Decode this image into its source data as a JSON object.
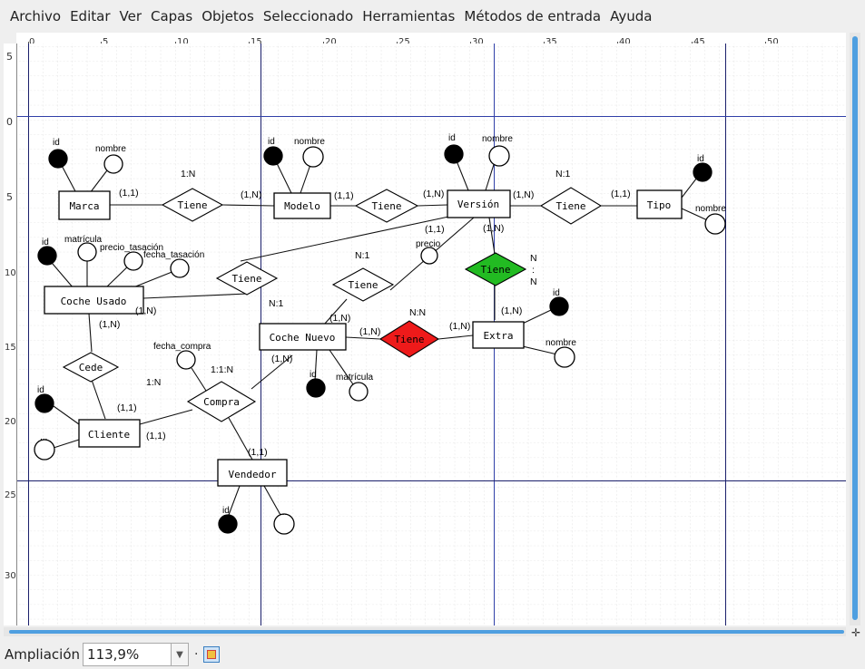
{
  "menu": [
    "Archivo",
    "Editar",
    "Ver",
    "Capas",
    "Objetos",
    "Seleccionado",
    "Herramientas",
    "Métodos de entrada",
    "Ayuda"
  ],
  "rulers": {
    "horizontal": [
      "0",
      "5",
      "10",
      "15",
      "20",
      "25",
      "30",
      "35",
      "40",
      "45",
      "50"
    ],
    "vertical": [
      "5",
      "0",
      "5",
      "10",
      "15",
      "20",
      "25",
      "30"
    ]
  },
  "zoom": {
    "label": "Ampliación",
    "value": "113,9%"
  },
  "colors": {
    "grid": "#c8c8c8",
    "guide_blue": "#3040a8",
    "guide_dark": "#1a1f6b",
    "relation_green": "#22bb22",
    "relation_red": "#ee1a1a",
    "scroll": "#4f9fe0"
  },
  "diagram": {
    "entities": {
      "marca": "Marca",
      "modelo": "Modelo",
      "version": "Versión",
      "tipo": "Tipo",
      "coche_usado": "Coche Usado",
      "coche_nuevo": "Coche Nuevo",
      "extra": "Extra",
      "cliente": "Cliente",
      "vendedor": "Vendedor"
    },
    "relations": {
      "tiene_marca_modelo": "Tiene",
      "tiene_modelo_version": "Tiene",
      "tiene_version_tipo": "Tiene",
      "tiene_usado_version": "Tiene",
      "tiene_nuevo_version": "Tiene",
      "tiene_version_extra": "Tiene",
      "tiene_nuevo_extra": "Tiene",
      "cede": "Cede",
      "compra": "Compra"
    },
    "attributes": {
      "marca_id": "id",
      "marca_nombre": "nombre",
      "modelo_id": "id",
      "modelo_nombre": "nombre",
      "version_id": "id",
      "version_nombre": "nombre",
      "tipo_id": "id",
      "tipo_nombre": "nombre",
      "usado_id": "id",
      "usado_matricula": "matrícula",
      "usado_precio": "precio_tasación",
      "usado_fecha": "fecha_tasación",
      "precio": "precio",
      "extra_id": "id",
      "extra_nombre": "nombre",
      "nuevo_id": "id",
      "nuevo_matricula": "matrícula",
      "fecha_compra": "fecha_compra",
      "cliente_id": "id",
      "cliente_more": "...",
      "vendedor_id": "id",
      "vendedor_more": "..."
    },
    "cardinalities": {
      "marca_tiene": "(1,1)",
      "tiene_modelo": "(1,N)",
      "ratio_marca_modelo": "1:N",
      "modelo_tiene": "(1,1)",
      "tiene_version": "(1,N)",
      "version_tiene_tipo": "(1,N)",
      "tiene_tipo": "(1,1)",
      "ratio_version_tipo": "N:1",
      "ratio_nuevo_version": "N:1",
      "version_nuevo": "(1,1)",
      "version_extra": "(1,N)",
      "ratio_version_extra_n1": "N",
      "ratio_version_extra_colon": ":",
      "ratio_version_extra_n2": "N",
      "usado_tiene": "(1,N)",
      "ratio_usado": "N:1",
      "nuevo_version": "(1,N)",
      "nuevo_extra": "(1,N)",
      "extra_nuevo": "(1,N)",
      "ratio_nuevo_extra": "N:N",
      "extra_version": "(1,N)",
      "usado_cede": "(1,N)",
      "cliente_cede": "(1,1)",
      "cliente_compra": "(1,1)",
      "ratio_compra": "1:N",
      "ratio_compra_triple": "1:1:N",
      "nuevo_compra": "(1,N)",
      "vendedor_compra": "(1,1)"
    }
  }
}
